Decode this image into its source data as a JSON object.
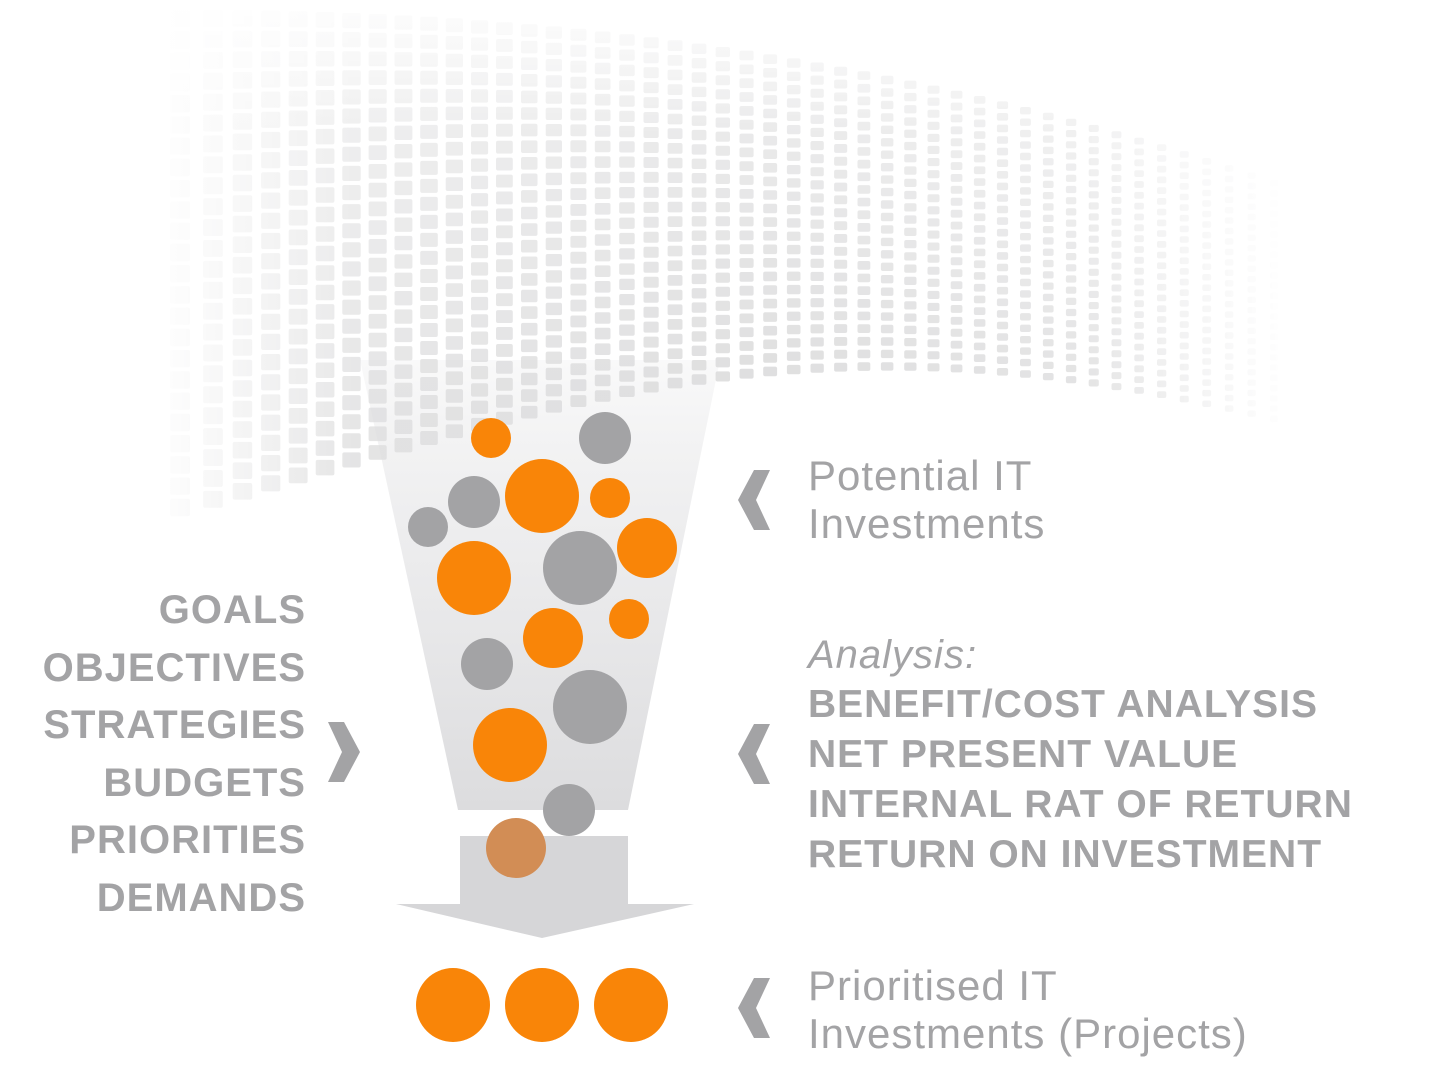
{
  "diagram": {
    "colors": {
      "orange": "#f98508",
      "grey": "#a3a3a5",
      "funnel": "#d9d9db",
      "text": "#a3a3a5"
    },
    "factors": [
      "GOALS",
      "OBJECTIVES",
      "STRATEGIES",
      "BUDGETS",
      "PRIORITIES",
      "DEMANDS"
    ],
    "potential": {
      "line1": "Potential IT",
      "line2": "Investments"
    },
    "analysis": {
      "heading": "Analysis:",
      "methods": [
        "BENEFIT/COST ANALYSIS",
        "NET PRESENT VALUE",
        "INTERNAL RAT OF RETURN",
        "RETURN ON INVESTMENT"
      ]
    },
    "result": {
      "line1": "Prioritised IT",
      "line2": "Investments (Projects)"
    }
  }
}
